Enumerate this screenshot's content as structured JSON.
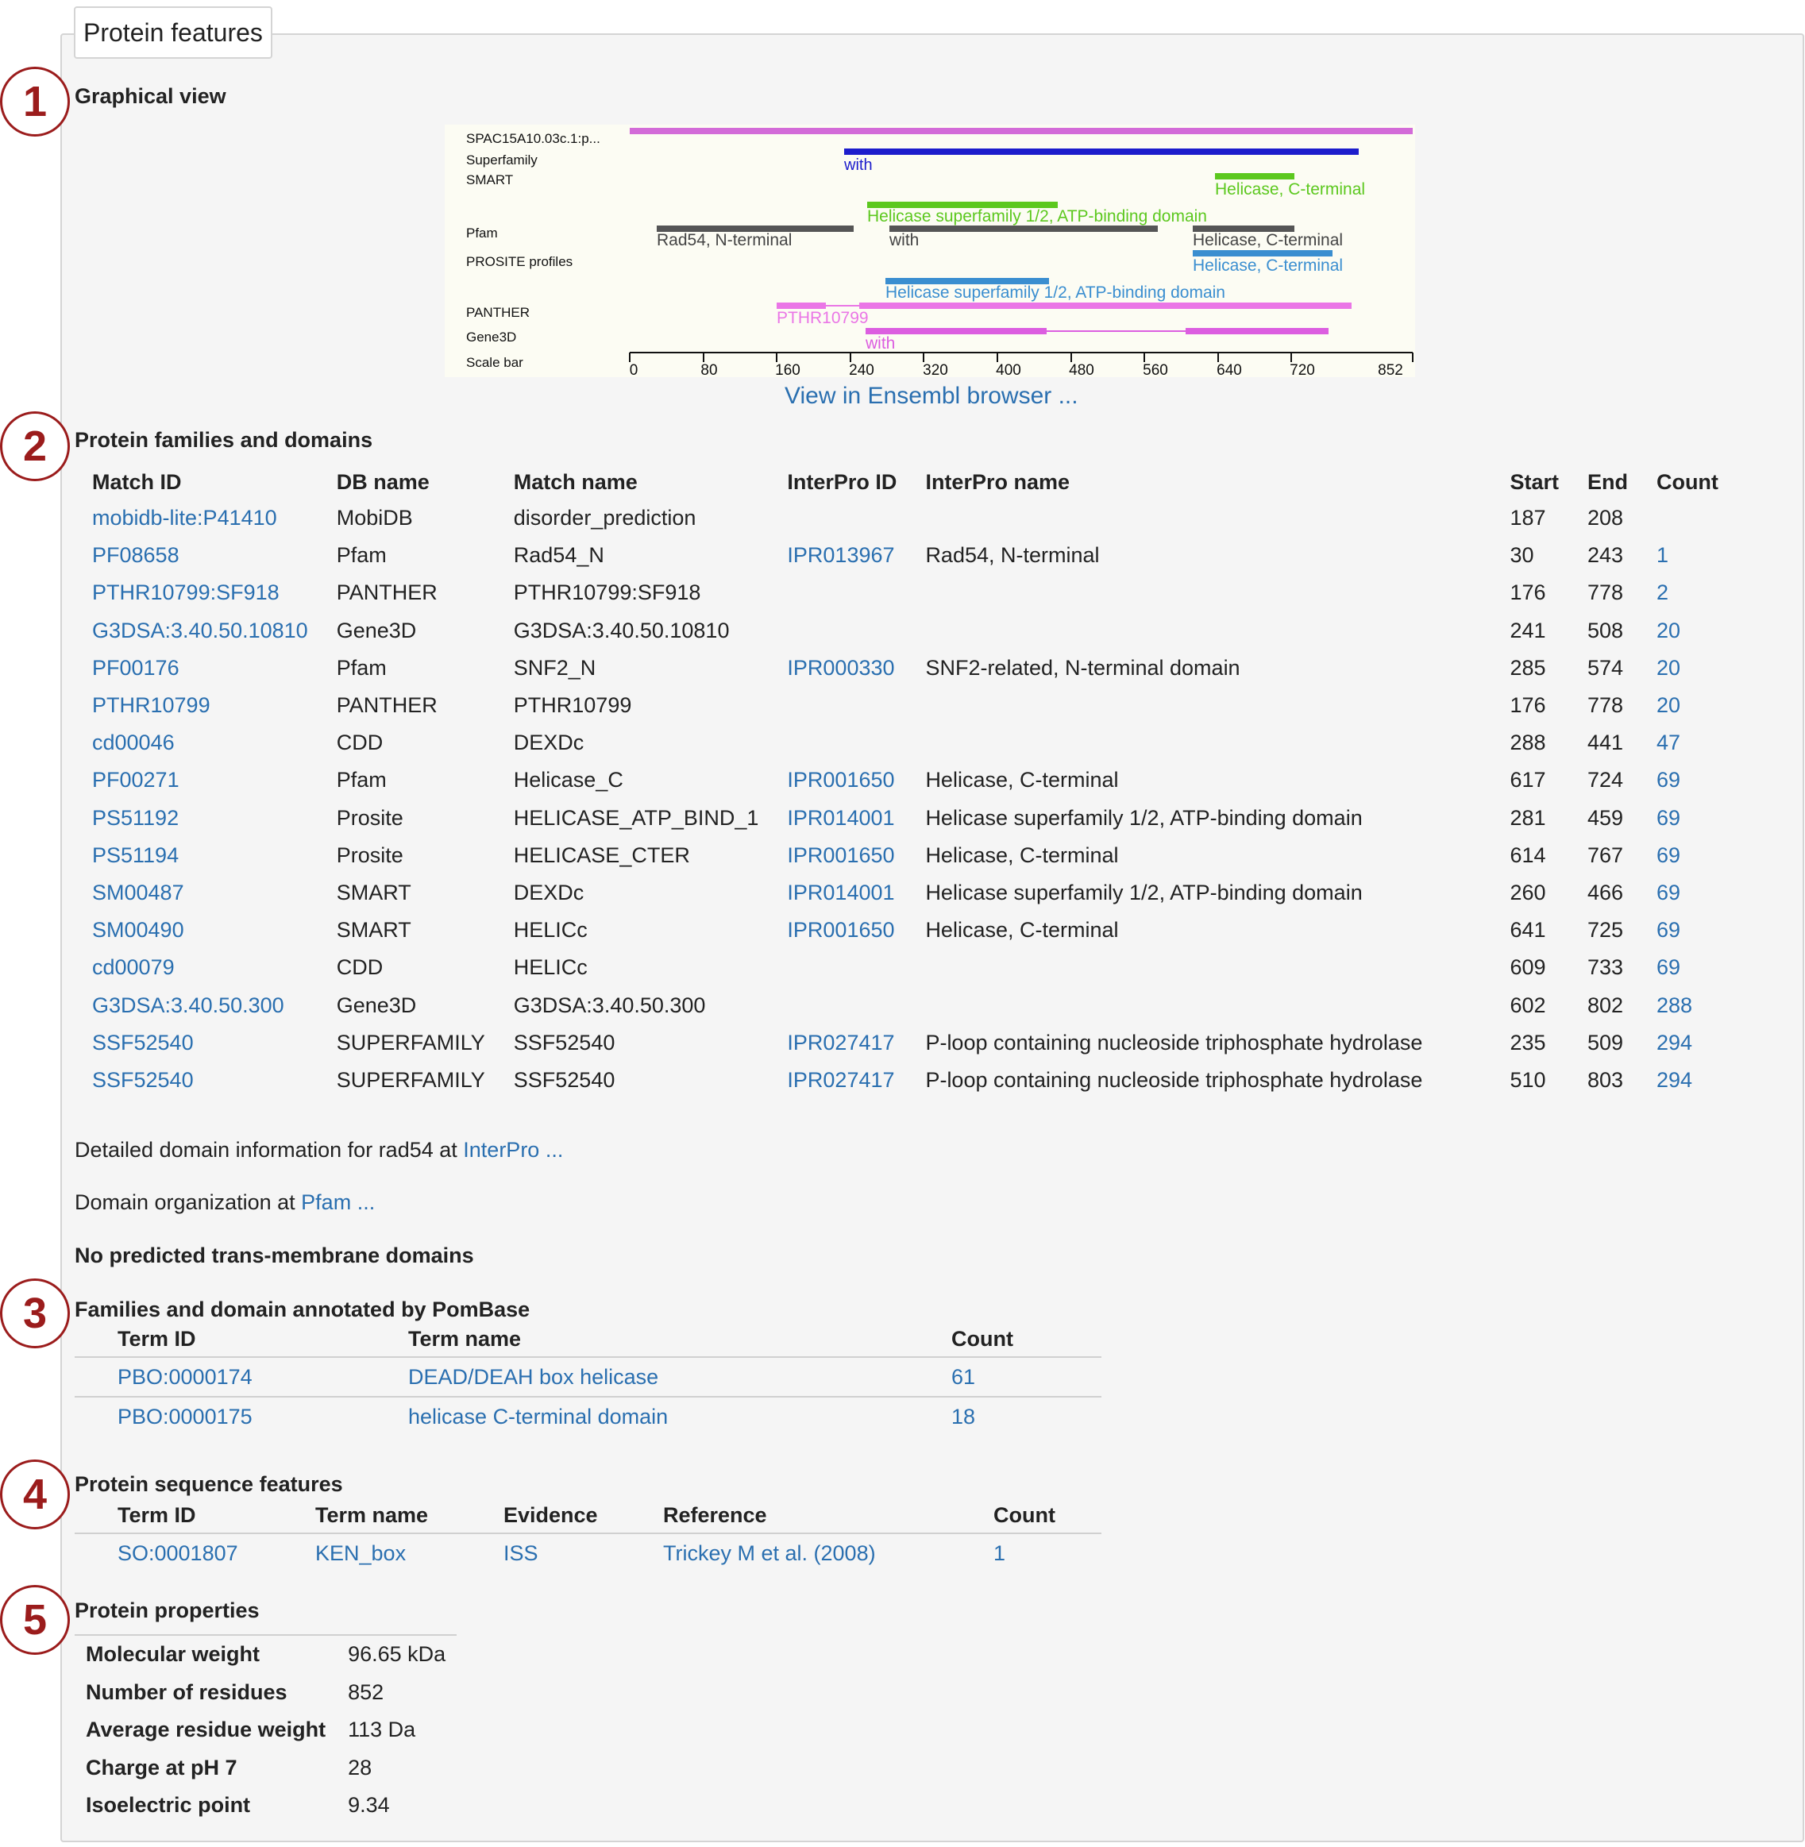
{
  "panel": {
    "legend": "Protein features",
    "badges": [
      "1",
      "2",
      "3",
      "4",
      "5"
    ]
  },
  "graphical_view": {
    "heading": "Graphical view",
    "track_labels": [
      "SPAC15A10.03c.1:p...",
      "Superfamily",
      "SMART",
      "Pfam",
      "PROSITE profiles",
      "PANTHER",
      "Gene3D",
      "Scale bar"
    ],
    "feature_labels": {
      "superfamily_with": "with",
      "smart_helicase_c": "Helicase, C-terminal",
      "smart_helicase_sf": "Helicase superfamily 1/2, ATP-binding domain",
      "pfam_rad54": "Rad54, N-terminal",
      "pfam_with": "with",
      "pfam_helicase_c": "Helicase, C-terminal",
      "prosite_helicase_c": "Helicase, C-terminal",
      "prosite_helicase_sf": "Helicase superfamily 1/2, ATP-binding domain",
      "panther": "PTHR10799",
      "gene3d_with": "with"
    },
    "scale_ticks": [
      "0",
      "80",
      "160",
      "240",
      "320",
      "400",
      "480",
      "560",
      "640",
      "720",
      "852"
    ],
    "ensembl_link": "View in Ensembl browser ...",
    "colors": {
      "protein": "#d36bd8",
      "superfamily": "#1d1dcc",
      "smart": "#5cc81e",
      "pfam": "#555555",
      "prosite": "#3a8ed0",
      "panther": "#ea76e6",
      "gene3d": "#dc5ee0"
    }
  },
  "families_domains": {
    "heading": "Protein families and domains",
    "columns": [
      "Match ID",
      "DB name",
      "Match name",
      "InterPro ID",
      "InterPro name",
      "Start",
      "End",
      "Count"
    ],
    "rows": [
      {
        "match_id": "mobidb-lite:P41410",
        "db": "MobiDB",
        "match_name": "disorder_prediction",
        "interpro_id": "",
        "interpro_name": "",
        "start": "187",
        "end": "208",
        "count": ""
      },
      {
        "match_id": "PF08658",
        "db": "Pfam",
        "match_name": "Rad54_N",
        "interpro_id": "IPR013967",
        "interpro_name": "Rad54, N-terminal",
        "start": "30",
        "end": "243",
        "count": "1"
      },
      {
        "match_id": "PTHR10799:SF918",
        "db": "PANTHER",
        "match_name": "PTHR10799:SF918",
        "interpro_id": "",
        "interpro_name": "",
        "start": "176",
        "end": "778",
        "count": "2"
      },
      {
        "match_id": "G3DSA:3.40.50.10810",
        "db": "Gene3D",
        "match_name": "G3DSA:3.40.50.10810",
        "interpro_id": "",
        "interpro_name": "",
        "start": "241",
        "end": "508",
        "count": "20"
      },
      {
        "match_id": "PF00176",
        "db": "Pfam",
        "match_name": "SNF2_N",
        "interpro_id": "IPR000330",
        "interpro_name": "SNF2-related, N-terminal domain",
        "start": "285",
        "end": "574",
        "count": "20"
      },
      {
        "match_id": "PTHR10799",
        "db": "PANTHER",
        "match_name": "PTHR10799",
        "interpro_id": "",
        "interpro_name": "",
        "start": "176",
        "end": "778",
        "count": "20"
      },
      {
        "match_id": "cd00046",
        "db": "CDD",
        "match_name": "DEXDc",
        "interpro_id": "",
        "interpro_name": "",
        "start": "288",
        "end": "441",
        "count": "47"
      },
      {
        "match_id": "PF00271",
        "db": "Pfam",
        "match_name": "Helicase_C",
        "interpro_id": "IPR001650",
        "interpro_name": "Helicase, C-terminal",
        "start": "617",
        "end": "724",
        "count": "69"
      },
      {
        "match_id": "PS51192",
        "db": "Prosite",
        "match_name": "HELICASE_ATP_BIND_1",
        "interpro_id": "IPR014001",
        "interpro_name": "Helicase superfamily 1/2, ATP-binding domain",
        "start": "281",
        "end": "459",
        "count": "69"
      },
      {
        "match_id": "PS51194",
        "db": "Prosite",
        "match_name": "HELICASE_CTER",
        "interpro_id": "IPR001650",
        "interpro_name": "Helicase, C-terminal",
        "start": "614",
        "end": "767",
        "count": "69"
      },
      {
        "match_id": "SM00487",
        "db": "SMART",
        "match_name": "DEXDc",
        "interpro_id": "IPR014001",
        "interpro_name": "Helicase superfamily 1/2, ATP-binding domain",
        "start": "260",
        "end": "466",
        "count": "69"
      },
      {
        "match_id": "SM00490",
        "db": "SMART",
        "match_name": "HELICc",
        "interpro_id": "IPR001650",
        "interpro_name": "Helicase, C-terminal",
        "start": "641",
        "end": "725",
        "count": "69"
      },
      {
        "match_id": "cd00079",
        "db": "CDD",
        "match_name": "HELICc",
        "interpro_id": "",
        "interpro_name": "",
        "start": "609",
        "end": "733",
        "count": "69"
      },
      {
        "match_id": "G3DSA:3.40.50.300",
        "db": "Gene3D",
        "match_name": "G3DSA:3.40.50.300",
        "interpro_id": "",
        "interpro_name": "",
        "start": "602",
        "end": "802",
        "count": "288"
      },
      {
        "match_id": "SSF52540",
        "db": "SUPERFAMILY",
        "match_name": "SSF52540",
        "interpro_id": "IPR027417",
        "interpro_name": "P-loop containing nucleoside triphosphate hydrolase",
        "start": "235",
        "end": "509",
        "count": "294"
      },
      {
        "match_id": "SSF52540",
        "db": "SUPERFAMILY",
        "match_name": "SSF52540",
        "interpro_id": "IPR027417",
        "interpro_name": "P-loop containing nucleoside triphosphate hydrolase",
        "start": "510",
        "end": "803",
        "count": "294"
      }
    ],
    "interpro_line": {
      "prefix": "Detailed domain information for rad54 at ",
      "link": "InterPro ..."
    },
    "pfam_line": {
      "prefix": "Domain organization at ",
      "link": "Pfam ..."
    },
    "tm_note": "No predicted trans-membrane domains"
  },
  "pombase_families": {
    "heading": "Families and domain annotated by PomBase",
    "columns": [
      "Term ID",
      "Term name",
      "Count"
    ],
    "rows": [
      {
        "term_id": "PBO:0000174",
        "term_name": "DEAD/DEAH box helicase",
        "count": "61"
      },
      {
        "term_id": "PBO:0000175",
        "term_name": "helicase C-terminal domain",
        "count": "18"
      }
    ]
  },
  "sequence_features": {
    "heading": "Protein sequence features",
    "columns": [
      "Term ID",
      "Term name",
      "Evidence",
      "Reference",
      "Count"
    ],
    "rows": [
      {
        "term_id": "SO:0001807",
        "term_name": "KEN_box",
        "evidence": "ISS",
        "reference": "Trickey M et al. (2008)",
        "count": "1"
      }
    ]
  },
  "properties": {
    "heading": "Protein properties",
    "rows": [
      {
        "key": "Molecular weight",
        "value": "96.65 kDa"
      },
      {
        "key": "Number of residues",
        "value": "852"
      },
      {
        "key": "Average residue weight",
        "value": "113 Da"
      },
      {
        "key": "Charge at pH 7",
        "value": "28"
      },
      {
        "key": "Isoelectric point",
        "value": "9.34"
      }
    ]
  }
}
